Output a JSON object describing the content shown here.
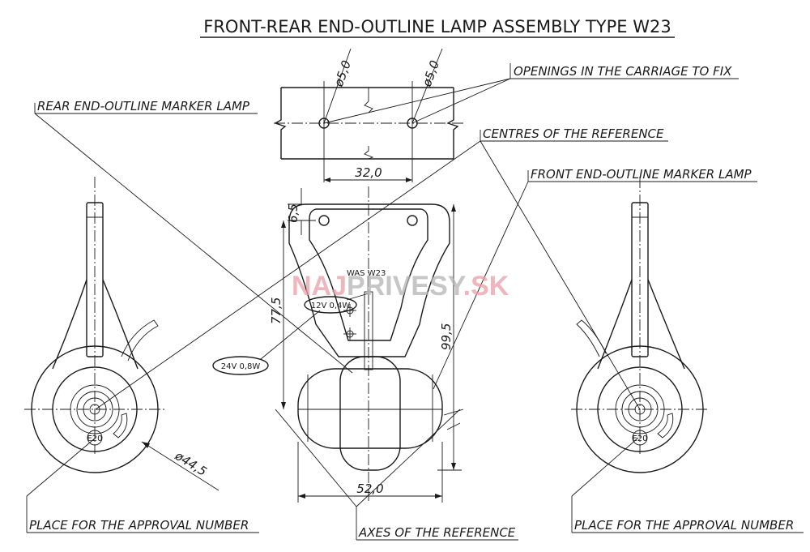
{
  "title": "FRONT-REAR END-OUTLINE LAMP ASSEMBLY TYPE W23",
  "labels": {
    "openings": "OPENINGS IN THE CARRIAGE TO FIX",
    "rear_lamp": "REAR END-OUTLINE MARKER LAMP",
    "centres": "CENTRES OF THE REFERENCE",
    "front_lamp": "FRONT END-OUTLINE MARKER LAMP",
    "place_left": "PLACE FOR THE APPROVAL NUMBER",
    "axes": "AXES OF THE REFERENCE",
    "place_right": "PLACE FOR THE APPROVAL NUMBER"
  },
  "dimensions": {
    "hole_left": "ø5,0",
    "hole_right": "ø5,0",
    "hole_spacing": "32,0",
    "top_offset": "6,5",
    "height_left": "77,5",
    "height_right": "99,5",
    "width": "52,0",
    "diameter": "ø44,5"
  },
  "bracket_text": "WAS  W23",
  "callouts": {
    "v12": "12V 0,4W",
    "v24": "24V 0,8W"
  },
  "approval_marks": {
    "left": "E20",
    "right": "E20"
  },
  "watermark": {
    "part1": "NAJ",
    "part2": "PRIVESY",
    "part3": ".SK"
  },
  "colors": {
    "line": "#1a1a1a",
    "watermark_red": "#e9a0a8",
    "watermark_gray": "#b4b4b4"
  }
}
